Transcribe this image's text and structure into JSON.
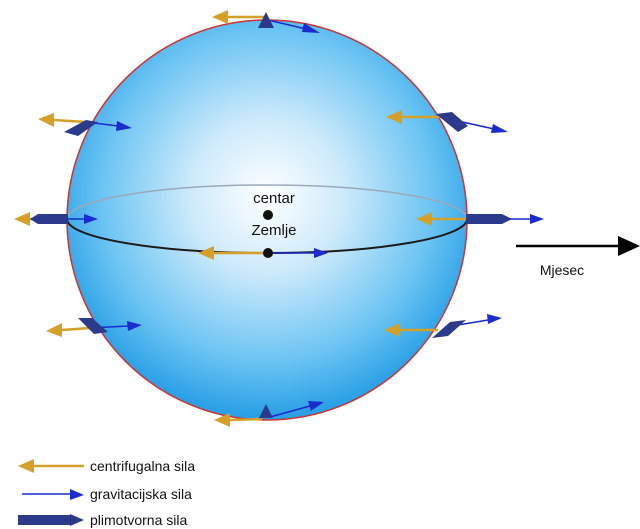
{
  "labels": {
    "center_line1": "centar",
    "center_line2": "Zemlje",
    "moon": "Mjesec"
  },
  "legend": [
    {
      "label": "centrifugalna sila",
      "icon": "orange-arrow-left-icon"
    },
    {
      "label": "gravitacijska sila",
      "icon": "blue-arrow-right-icon"
    },
    {
      "label": "plimotvorna sila",
      "icon": "navy-tidal-arrow-icon"
    }
  ],
  "colors": {
    "centrifugal": "#d4a02a",
    "gravitational": "#1a2bd0",
    "tidal": "#2b3a8a",
    "sphere_center": "#ffffff",
    "sphere_edge": "#29a3e6",
    "outline": "#cc3333"
  }
}
